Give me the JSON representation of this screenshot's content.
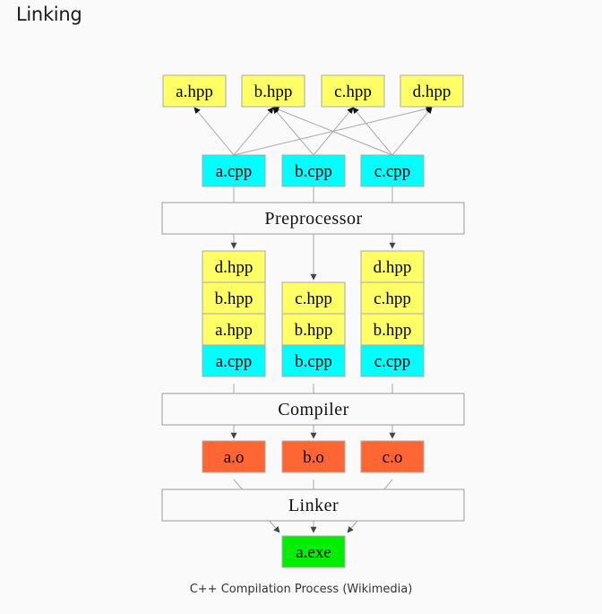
{
  "page": {
    "title": "Linking",
    "caption": "C++ Compilation Process (Wikimedia)"
  },
  "colors": {
    "hpp": "#ffff66",
    "cpp": "#00ffff",
    "obj": "#ff6633",
    "exe": "#00ee00",
    "stage_border": "#999999",
    "arrow": "#aaaaaa",
    "arrow_dark": "#000000"
  },
  "headers": [
    "a.hpp",
    "b.hpp",
    "c.hpp",
    "d.hpp"
  ],
  "sources": [
    "a.cpp",
    "b.cpp",
    "c.cpp"
  ],
  "stages": {
    "preprocessor": "Preprocessor",
    "compiler": "Compiler",
    "linker": "Linker"
  },
  "stacks": [
    [
      "d.hpp",
      "b.hpp",
      "a.hpp",
      "a.cpp"
    ],
    [
      "c.hpp",
      "b.hpp",
      "b.cpp"
    ],
    [
      "d.hpp",
      "c.hpp",
      "b.hpp",
      "c.cpp"
    ]
  ],
  "objects": [
    "a.o",
    "b.o",
    "c.o"
  ],
  "executable": "a.exe",
  "includes": [
    {
      "from": "a.cpp",
      "to": "a.hpp"
    },
    {
      "from": "a.cpp",
      "to": "b.hpp"
    },
    {
      "from": "a.cpp",
      "to": "d.hpp"
    },
    {
      "from": "b.cpp",
      "to": "b.hpp"
    },
    {
      "from": "b.cpp",
      "to": "c.hpp"
    },
    {
      "from": "c.cpp",
      "to": "b.hpp"
    },
    {
      "from": "c.cpp",
      "to": "c.hpp"
    },
    {
      "from": "c.cpp",
      "to": "d.hpp"
    }
  ]
}
